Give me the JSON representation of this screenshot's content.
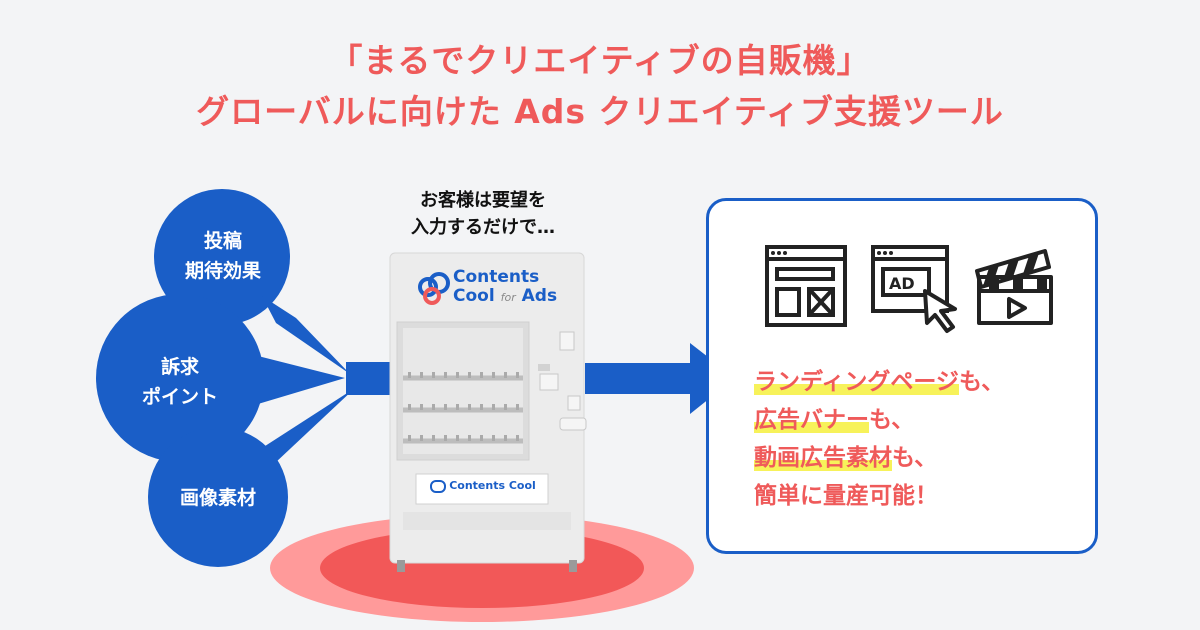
{
  "header": {
    "line1": "「まるでクリエイティブの自販機」",
    "line2": "グローバルに向けた Ads クリエイティブ支援ツール"
  },
  "bubbles": [
    {
      "label": "投稿\n期待効果"
    },
    {
      "label": "訴求\nポイント"
    },
    {
      "label": "画像素材"
    }
  ],
  "machine": {
    "caption": "お客様は要望を\n入力するだけで…",
    "logo_line1": "Contents",
    "logo_line2": "Cool",
    "logo_for": "for",
    "logo_ads": "Ads",
    "panel_label": "Contents Cool"
  },
  "results": {
    "icons": [
      "browser-layout-icon",
      "ad-click-icon",
      "video-clapper-icon"
    ],
    "lines": [
      {
        "highlight": "ランディングページ",
        "rest": "も、"
      },
      {
        "highlight": "広告バナー",
        "rest": "も、"
      },
      {
        "highlight": "動画広告素材",
        "rest": "も、"
      },
      {
        "highlight": "",
        "rest": "簡単に量産可能！"
      }
    ]
  },
  "colors": {
    "accent_red": "#ef5a5a",
    "brand_blue": "#1a5ec7",
    "highlight_yellow": "#f7f25a"
  }
}
